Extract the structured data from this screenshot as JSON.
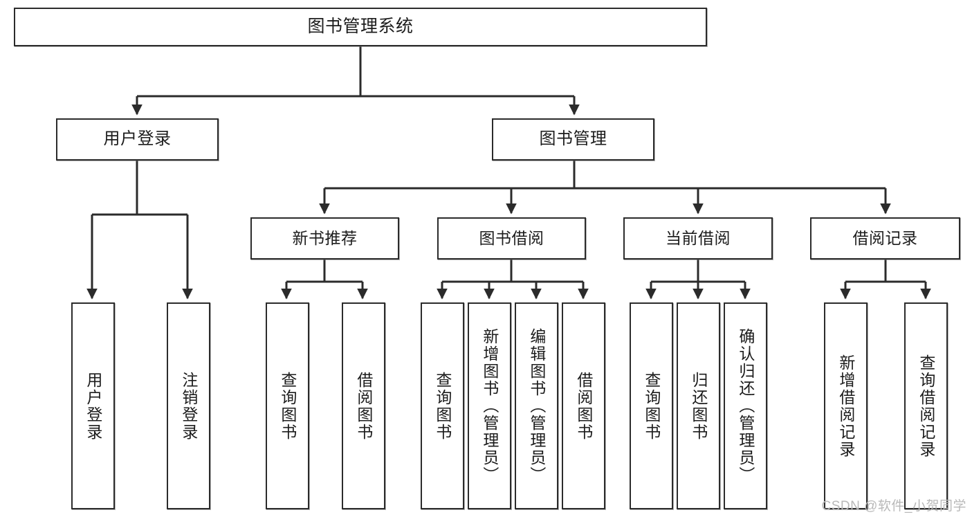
{
  "diagram": {
    "title": "图书管理系统",
    "type": "tree-hierarchy-diagram",
    "colors": {
      "stroke": "#2b2b2b",
      "fill": "#ffffff",
      "text": "#1c1c1c",
      "watermark": "#b9b9b9"
    },
    "nodes": {
      "root": {
        "label": "图书管理系统"
      },
      "level2": [
        {
          "label": "用户登录"
        },
        {
          "label": "图书管理"
        }
      ],
      "level3": [
        {
          "label": "新书推荐"
        },
        {
          "label": "图书借阅"
        },
        {
          "label": "当前借阅"
        },
        {
          "label": "借阅记录"
        }
      ],
      "leaves": {
        "user_login": [
          {
            "label": "用户登录"
          },
          {
            "label": "注销登录"
          }
        ],
        "new_book_recommend": [
          {
            "label": "查询图书"
          },
          {
            "label": "借阅图书"
          }
        ],
        "book_borrow": [
          {
            "label": "查询图书"
          },
          {
            "label": "新增图书（管理员）"
          },
          {
            "label": "编辑图书（管理员）"
          },
          {
            "label": "借阅图书"
          }
        ],
        "current_borrow": [
          {
            "label": "查询图书"
          },
          {
            "label": "归还图书"
          },
          {
            "label": "确认归还（管理员）"
          }
        ],
        "borrow_record": [
          {
            "label": "新增借阅记录"
          },
          {
            "label": "查询借阅记录"
          }
        ]
      }
    },
    "watermark": "CSDN @软件_小贺同学"
  }
}
